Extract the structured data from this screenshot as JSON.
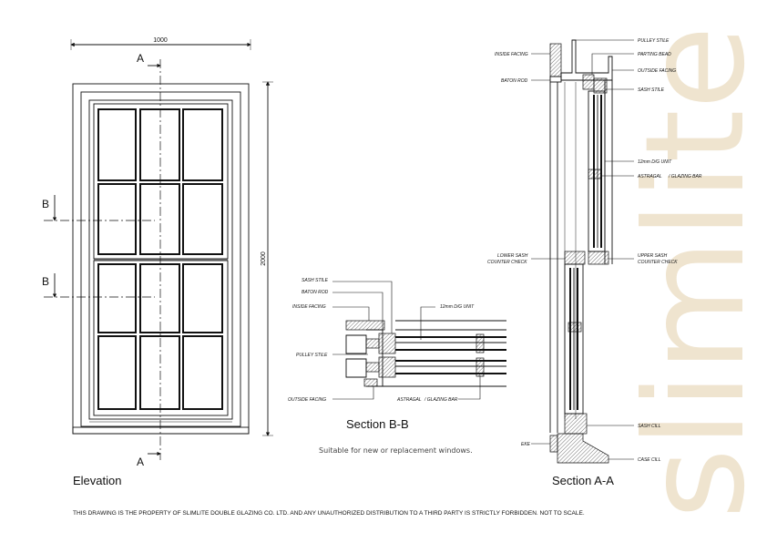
{
  "brand": {
    "text": "slimlite",
    "color": "#efe4cf"
  },
  "elevation": {
    "title": "Elevation",
    "width_dim": "1000",
    "height_dim": "2000",
    "section_marks": {
      "a_top": "A",
      "a_bottom": "A",
      "b_upper": "B",
      "b_lower": "B"
    },
    "panes_per_sash": {
      "columns": 3,
      "rows": 2
    }
  },
  "section_bb": {
    "title": "Section B-B",
    "labels": {
      "sash_stile": "SASH STILE",
      "baton_rod": "BATON ROD",
      "inside_facing": "INSIDE FACING",
      "pulley_stile": "PULLEY STILE",
      "outside_facing": "OUTSIDE FACING",
      "dg_unit": "12mm D/G UNIT",
      "astragal": "ASTRAGAL",
      "glazing_bar": "/ GLAZING BAR"
    }
  },
  "note": "Suitable for new or replacement windows.",
  "section_aa": {
    "title": "Section A-A",
    "labels": {
      "pulley_stile": "PULLEY STILE",
      "parting_bead": "PARTING BEAD",
      "inside_facing": "INSIDE FACING",
      "outside_facing": "OUTSIDE FACING",
      "baton_rod": "BATON ROD",
      "sash_stile": "SASH STILE",
      "dg_unit": "12mm D/G UNIT",
      "astragal": "ASTRAGAL",
      "glazing_bar": "/ GLAZING BAR",
      "lower_sash_1": "LOWER SASH",
      "lower_sash_2": "COUNTER CHECK",
      "upper_sash_1": "UPPER SASH",
      "upper_sash_2": "COUNTER CHECK",
      "sash_cill": "SASH CILL",
      "eke": "EKE",
      "case_cill": "CASE CILL"
    }
  },
  "footer": "THIS DRAWING IS THE PROPERTY OF SLIMLITE DOUBLE GLAZING CO. LTD. AND ANY UNAUTHORIZED DISTRIBUTION TO A THIRD PARTY IS STRICTLY FORBIDDEN. NOT TO SCALE."
}
